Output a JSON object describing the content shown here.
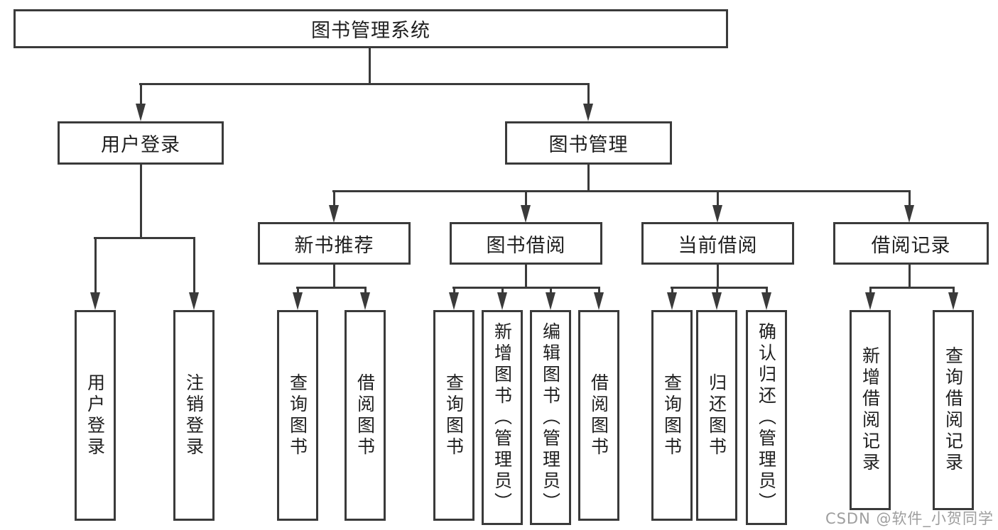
{
  "colors": {
    "line": "#3a3a3a",
    "text": "#1f1f1f",
    "box_bg": "#ffffff",
    "background": "#ffffff",
    "watermark": "#9e9e9e"
  },
  "tree": {
    "root": "图书管理系统",
    "level2": [
      "用户登录",
      "图书管理"
    ],
    "level3": [
      "新书推荐",
      "图书借阅",
      "当前借阅",
      "借阅记录"
    ],
    "leaves": {
      "user_login": [
        "用户登录",
        "注销登录"
      ],
      "new_book_recommend": [
        "查询图书",
        "借阅图书"
      ],
      "book_borrow": [
        "查询图书",
        "新增图书（管理员）",
        "编辑图书（管理员）",
        "借阅图书"
      ],
      "current_borrow": [
        "查询图书",
        "归还图书",
        "确认归还（管理员）"
      ],
      "borrow_records": [
        "新增借阅记录",
        "查询借阅记录"
      ]
    }
  },
  "watermark": "CSDN @软件_小贺同学"
}
